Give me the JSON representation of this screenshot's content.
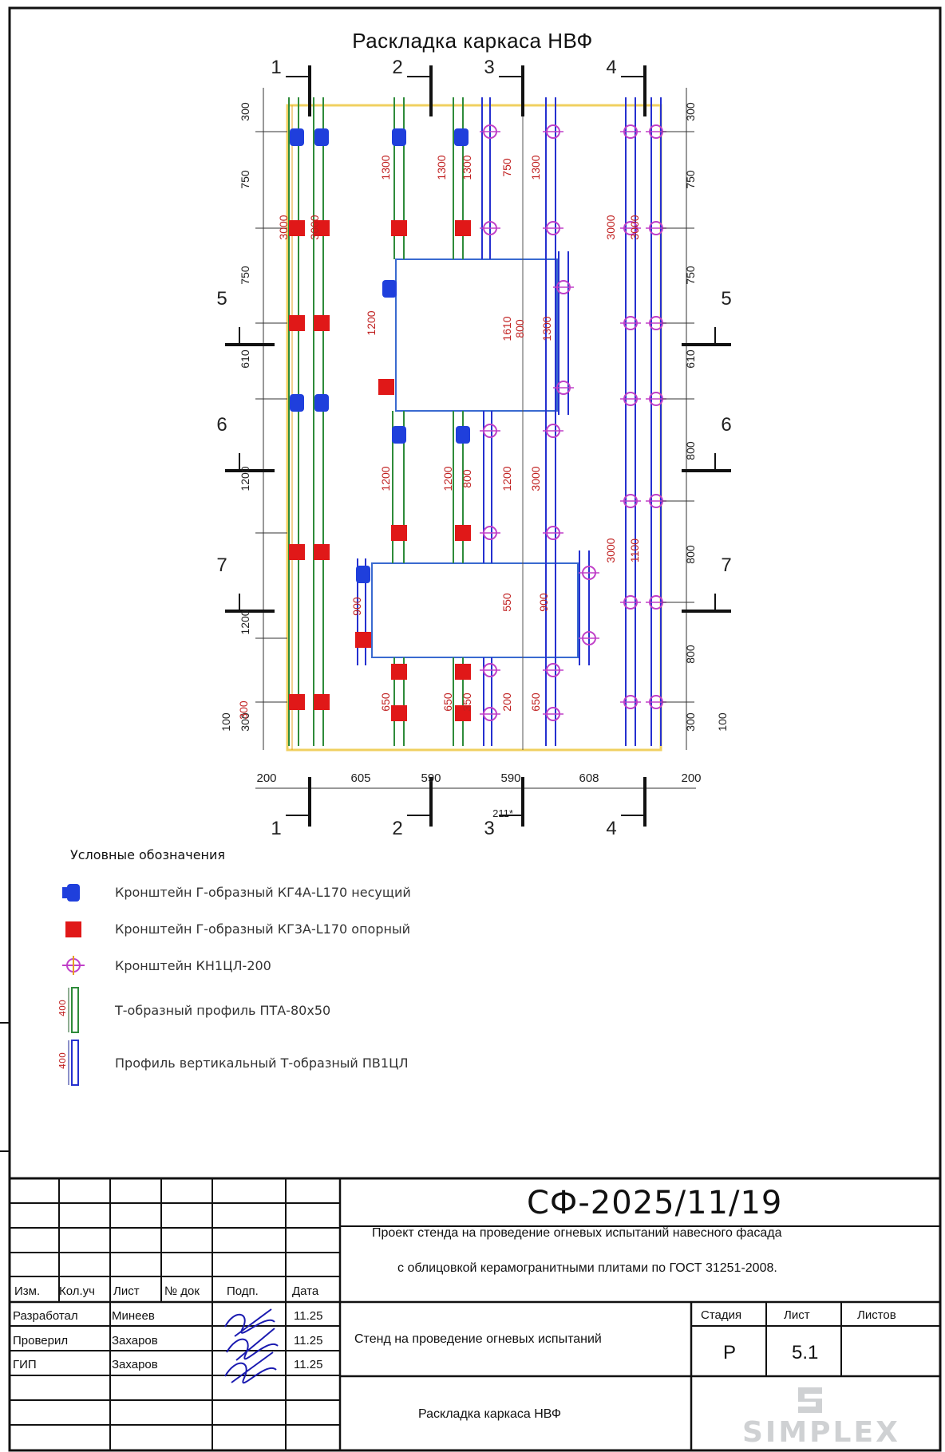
{
  "drawing": {
    "title": "Раскладка каркаса НВФ",
    "axes_top": [
      "1",
      "2",
      "3",
      "4"
    ],
    "axes_bottom": [
      "1",
      "2",
      "3",
      "4"
    ],
    "sections_left": [
      "5",
      "6",
      "7"
    ],
    "sections_right": [
      "5",
      "6",
      "7"
    ],
    "dims_left": [
      "300",
      "750",
      "750",
      "610",
      "1200",
      "1200",
      "100",
      "300"
    ],
    "dims_right": [
      "300",
      "750",
      "750",
      "610",
      "800",
      "800",
      "800",
      "300",
      "100"
    ],
    "dims_bottom": [
      "200",
      "605",
      "590",
      "590",
      "608",
      "200"
    ],
    "dim_angled": "211*",
    "column_labels": [
      "3000",
      "3000",
      "1300",
      "1300",
      "1300",
      "750",
      "1300",
      "3000",
      "3000",
      "1610",
      "800",
      "1300",
      "1200",
      "1200",
      "1200",
      "800",
      "1200",
      "3000",
      "3000",
      "1100",
      "550",
      "900",
      "900",
      "650",
      "650",
      "350",
      "200",
      "650",
      "300"
    ]
  },
  "legend": {
    "title": "Условные обозначения",
    "items": [
      {
        "label": "Кронштейн Г-образный КГ4А-L170 несущий",
        "color": "#1f3fdc",
        "icon": "bracket-bearing-icon"
      },
      {
        "label": "Кронштейн Г-образный КГ3А-L170 опорный",
        "color": "#e01818",
        "icon": "bracket-support-icon"
      },
      {
        "label": "Кронштейн КН1ЦЛ-200",
        "color": "#c040c8",
        "icon": "bracket-kn-icon"
      },
      {
        "label": "Т-образный профиль ПТА-80х50",
        "color": "#2e8b3a",
        "dim": "400",
        "icon": "t-profile-icon"
      },
      {
        "label": "Профиль вертикальный Т-образный ПВ1ЦЛ",
        "color": "#2530d0",
        "dim": "400",
        "icon": "vertical-profile-icon"
      }
    ]
  },
  "title_block": {
    "code": "СФ-2025/11/19",
    "project_line1": "Проект стенда на проведение огневых испытаний навесного фасада",
    "project_line2": "с облицовкой керамогранитными плитами по ГОСТ 31251-2008.",
    "header": {
      "izm": "Изм.",
      "kol": "Кол.уч",
      "list": "Лист",
      "doc": "№ док",
      "podp": "Подп.",
      "date": "Дата"
    },
    "roles": [
      {
        "role": "Разработал",
        "name": "Минеев",
        "date": "11.25"
      },
      {
        "role": "Проверил",
        "name": "Захаров",
        "date": "11.25"
      },
      {
        "role": "ГИП",
        "name": "Захаров",
        "date": "11.25"
      }
    ],
    "object_name": "Стенд на проведение огневых испытаний",
    "sheet_name": "Раскладка каркаса НВФ",
    "stage_label": "Стадия",
    "stage": "Р",
    "list_label": "Лист",
    "list": "5.1",
    "lists_label": "Листов",
    "lists": "",
    "brand": "SIMPLEX"
  },
  "colors": {
    "green": "#2e8b3a",
    "blue": "#2530d0",
    "red": "#e01818",
    "bluebr": "#1f3fdc",
    "purple": "#c040c8",
    "yellow": "#f0d060",
    "dimred": "#c02020"
  }
}
